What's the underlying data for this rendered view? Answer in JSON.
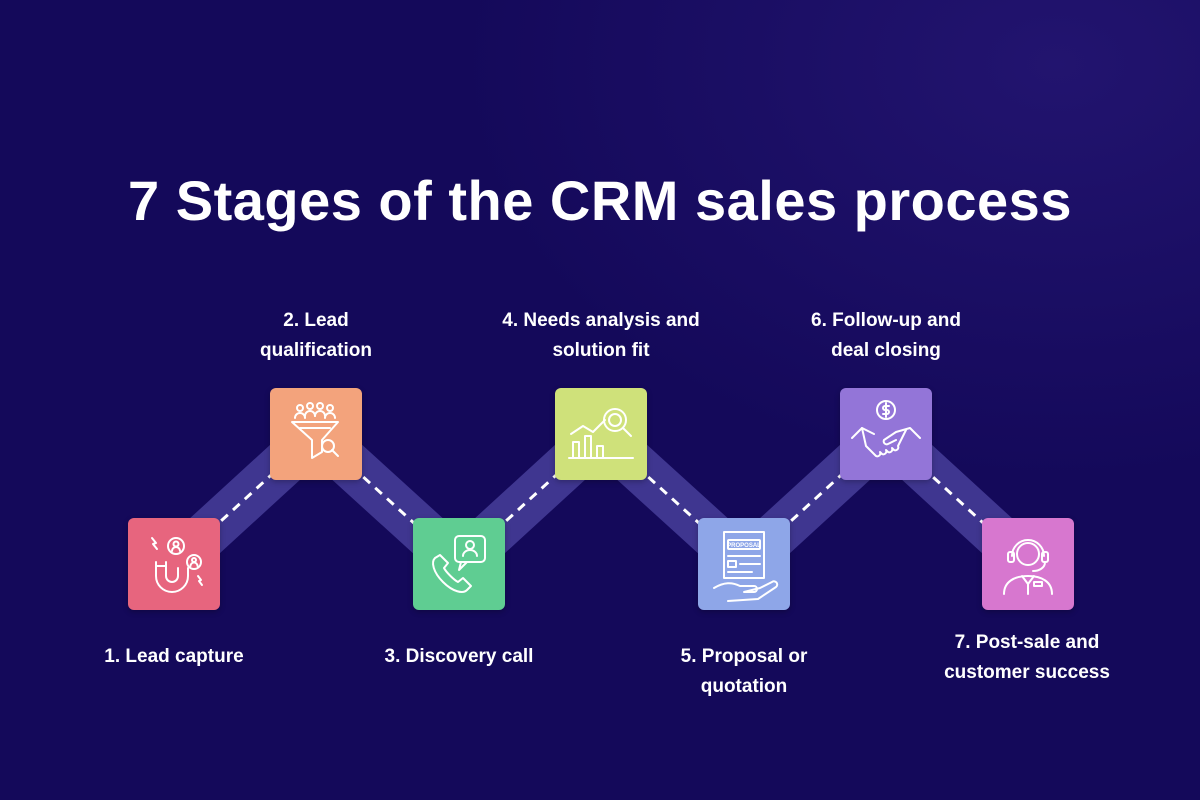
{
  "title": "7 Stages of the CRM sales process",
  "colors": {
    "background": "#14095a",
    "path_band": "#3f3690",
    "connector": "#ffffff"
  },
  "stages": [
    {
      "label": "1. Lead capture",
      "icon": "magnet-people-icon",
      "color": "#e7657e"
    },
    {
      "label": "2. Lead\nqualification",
      "icon": "funnel-search-icon",
      "color": "#f3a37c"
    },
    {
      "label": "3. Discovery call",
      "icon": "phone-chat-icon",
      "color": "#5fcd92"
    },
    {
      "label": "4. Needs analysis and\nsolution fit",
      "icon": "chart-magnifier-icon",
      "color": "#cfe17a"
    },
    {
      "label": "5. Proposal or\nquotation",
      "icon": "proposal-hand-icon",
      "color": "#8ea6e8"
    },
    {
      "label": "6. Follow-up and\ndeal closing",
      "icon": "handshake-dollar-icon",
      "color": "#9375d8"
    },
    {
      "label": "7. Post-sale and\ncustomer success",
      "icon": "support-agent-icon",
      "color": "#d777cf"
    }
  ],
  "proposal_word": "PROPOSAL"
}
